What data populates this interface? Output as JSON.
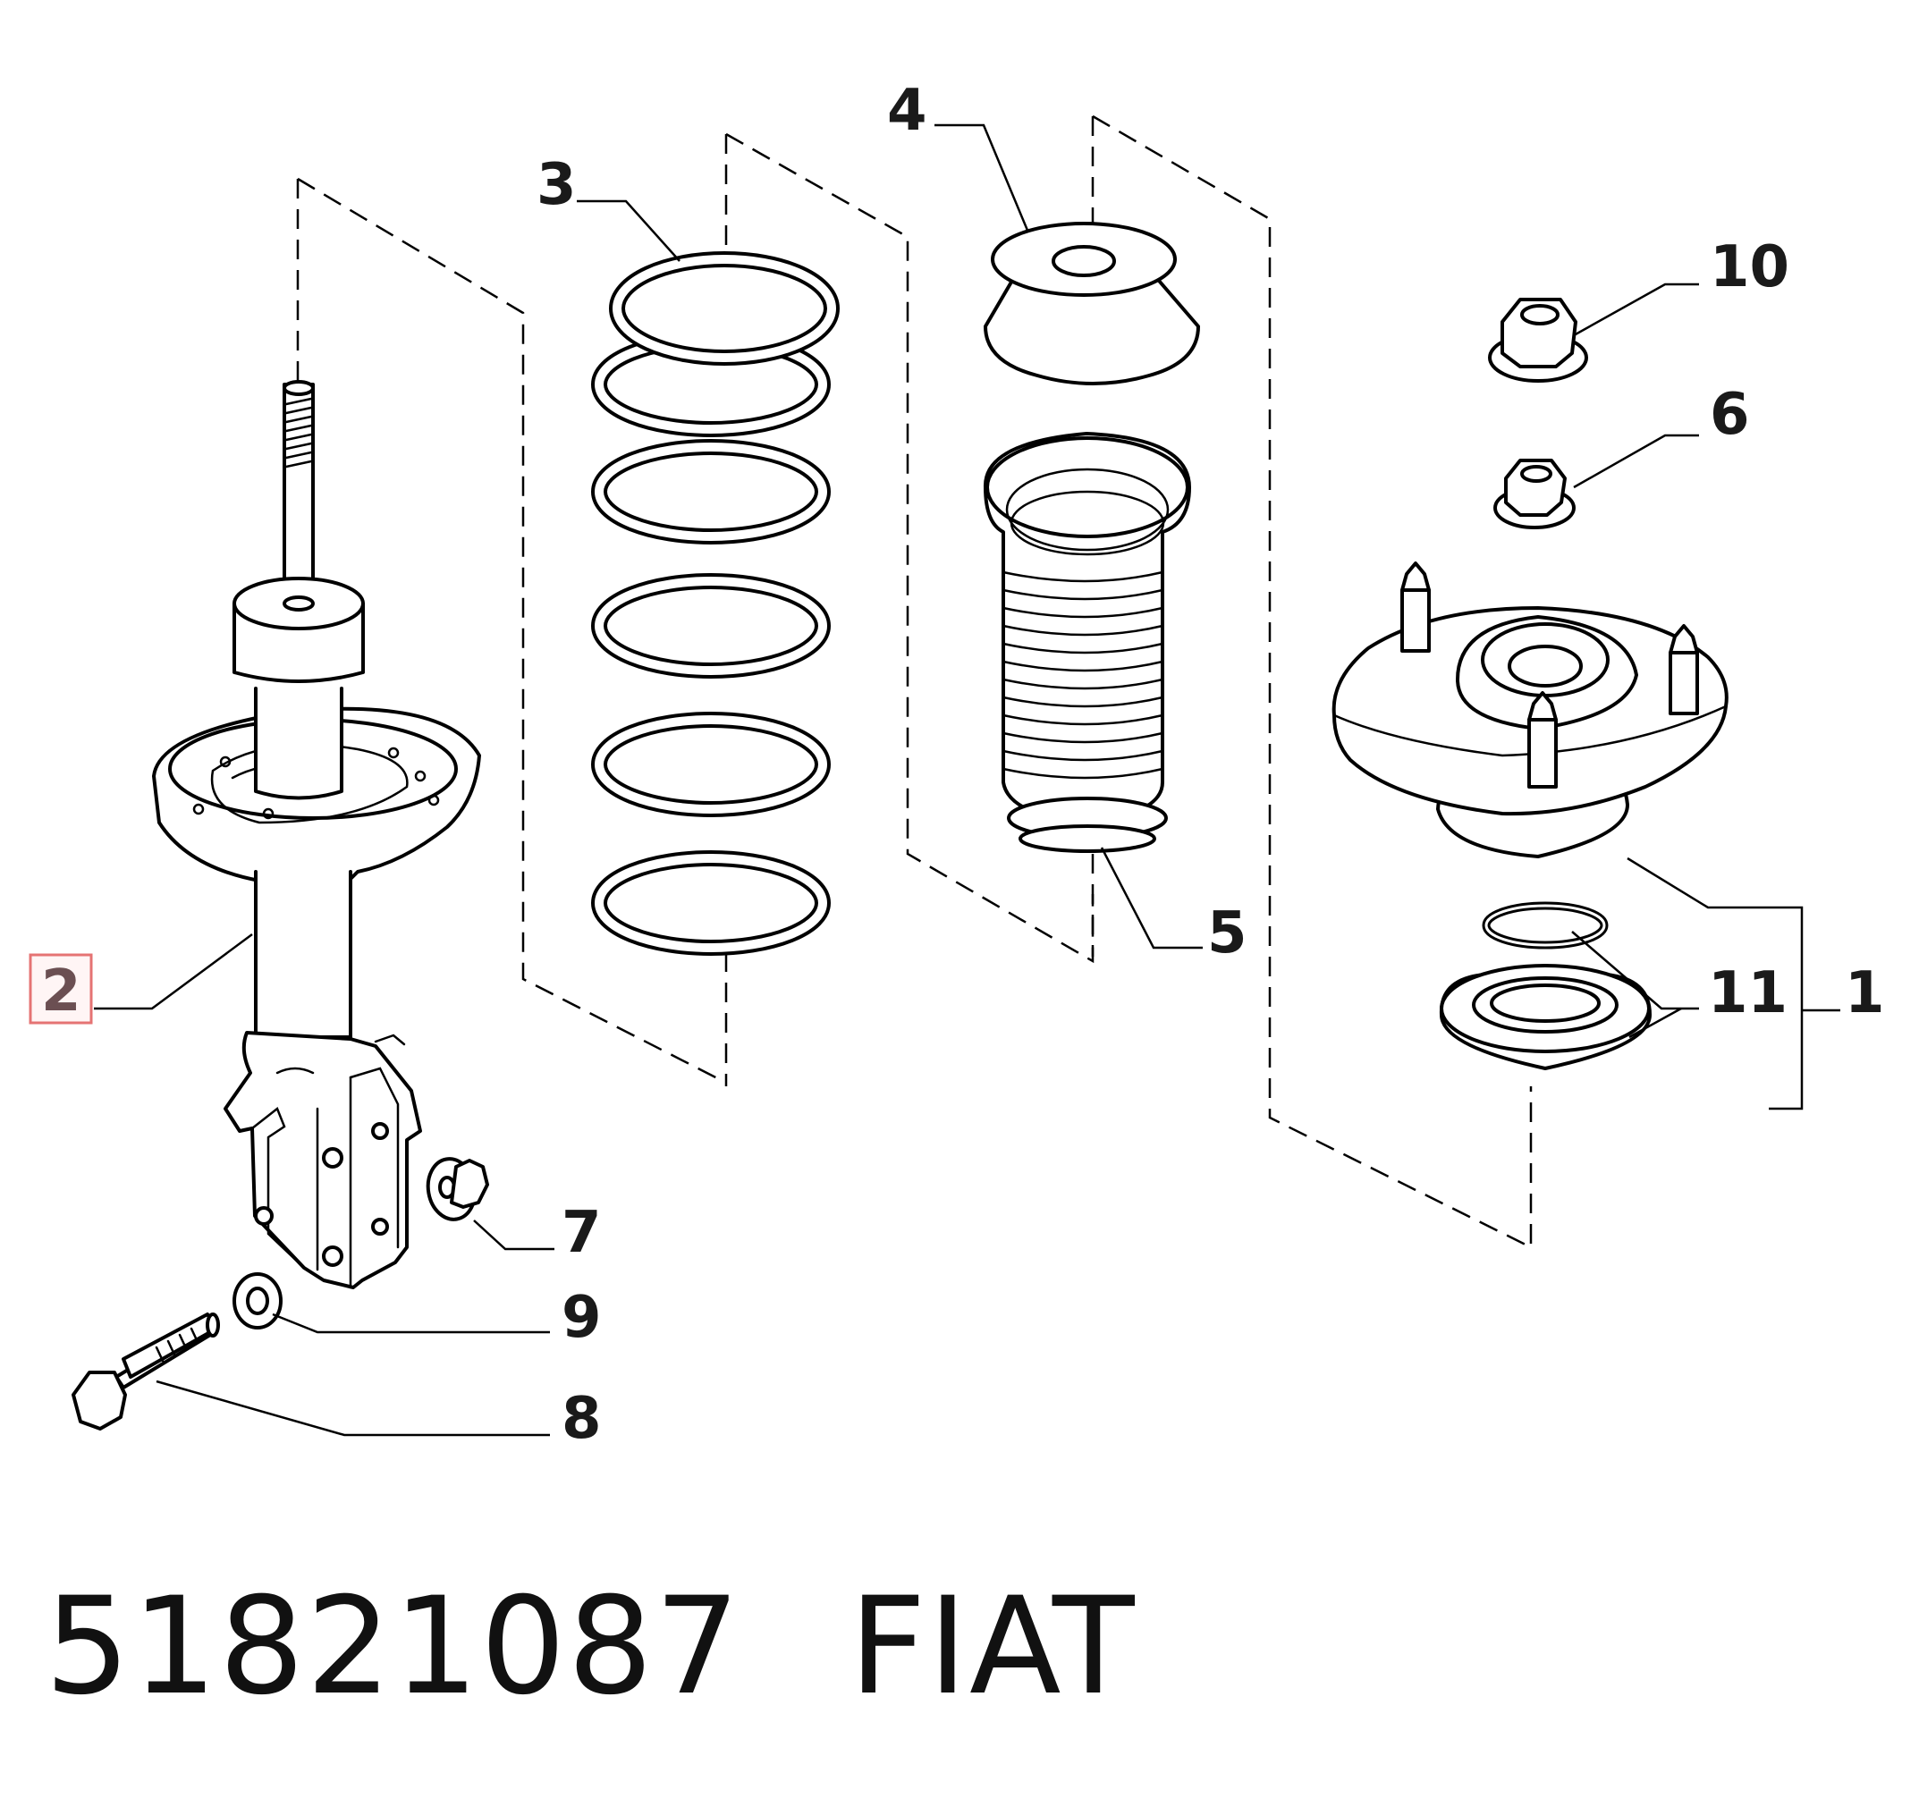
{
  "callouts": {
    "c1": "1",
    "c2": "2",
    "c3": "3",
    "c4": "4",
    "c5": "5",
    "c6": "6",
    "c7": "7",
    "c8": "8",
    "c9": "9",
    "c10": "10",
    "c11": "11"
  },
  "highlight_color": "#e57373",
  "caption": {
    "part_number": "51821087",
    "brand": "FIAT"
  }
}
